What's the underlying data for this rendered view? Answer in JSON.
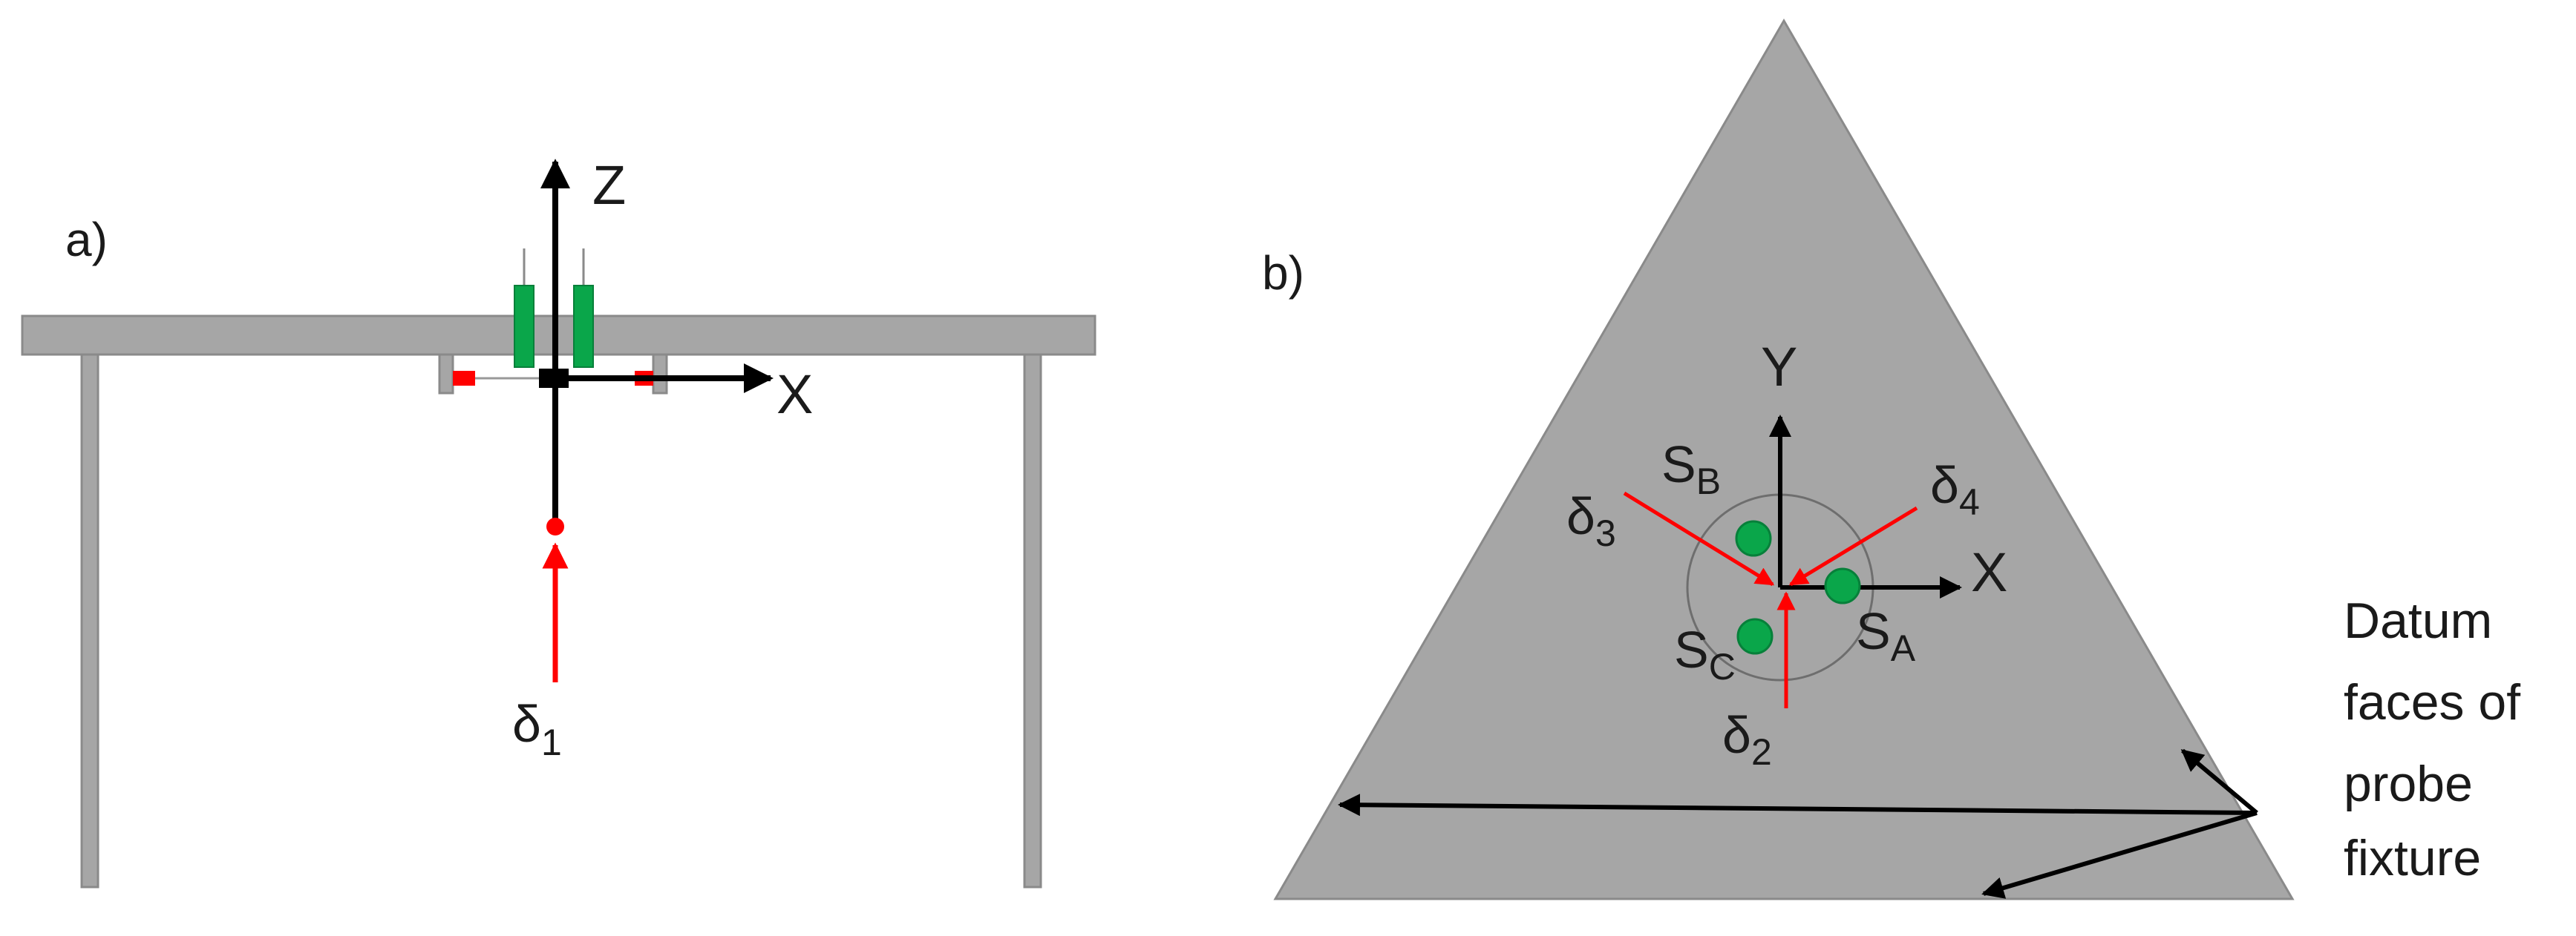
{
  "panel_a": {
    "label": "a)",
    "axis_z": "Z",
    "axis_x": "X",
    "delta1": {
      "base": "δ",
      "sub": "1"
    }
  },
  "panel_b": {
    "label": "b)",
    "axis_y": "Y",
    "axis_x": "X",
    "delta2": {
      "base": "δ",
      "sub": "2"
    },
    "delta3": {
      "base": "δ",
      "sub": "3"
    },
    "delta4": {
      "base": "δ",
      "sub": "4"
    },
    "sensor_a": {
      "base": "S",
      "sub": "A"
    },
    "sensor_b": {
      "base": "S",
      "sub": "B"
    },
    "sensor_c": {
      "base": "S",
      "sub": "C"
    },
    "datum_note": [
      "Datum",
      "faces of",
      "probe",
      "fixture"
    ]
  },
  "colors": {
    "fixture_gray": "#a6a6a6",
    "fixture_edge": "#8a8a8a",
    "arrow_red": "#ff0000",
    "sensor_green": "#0aa64a",
    "axis_black": "#000000"
  }
}
